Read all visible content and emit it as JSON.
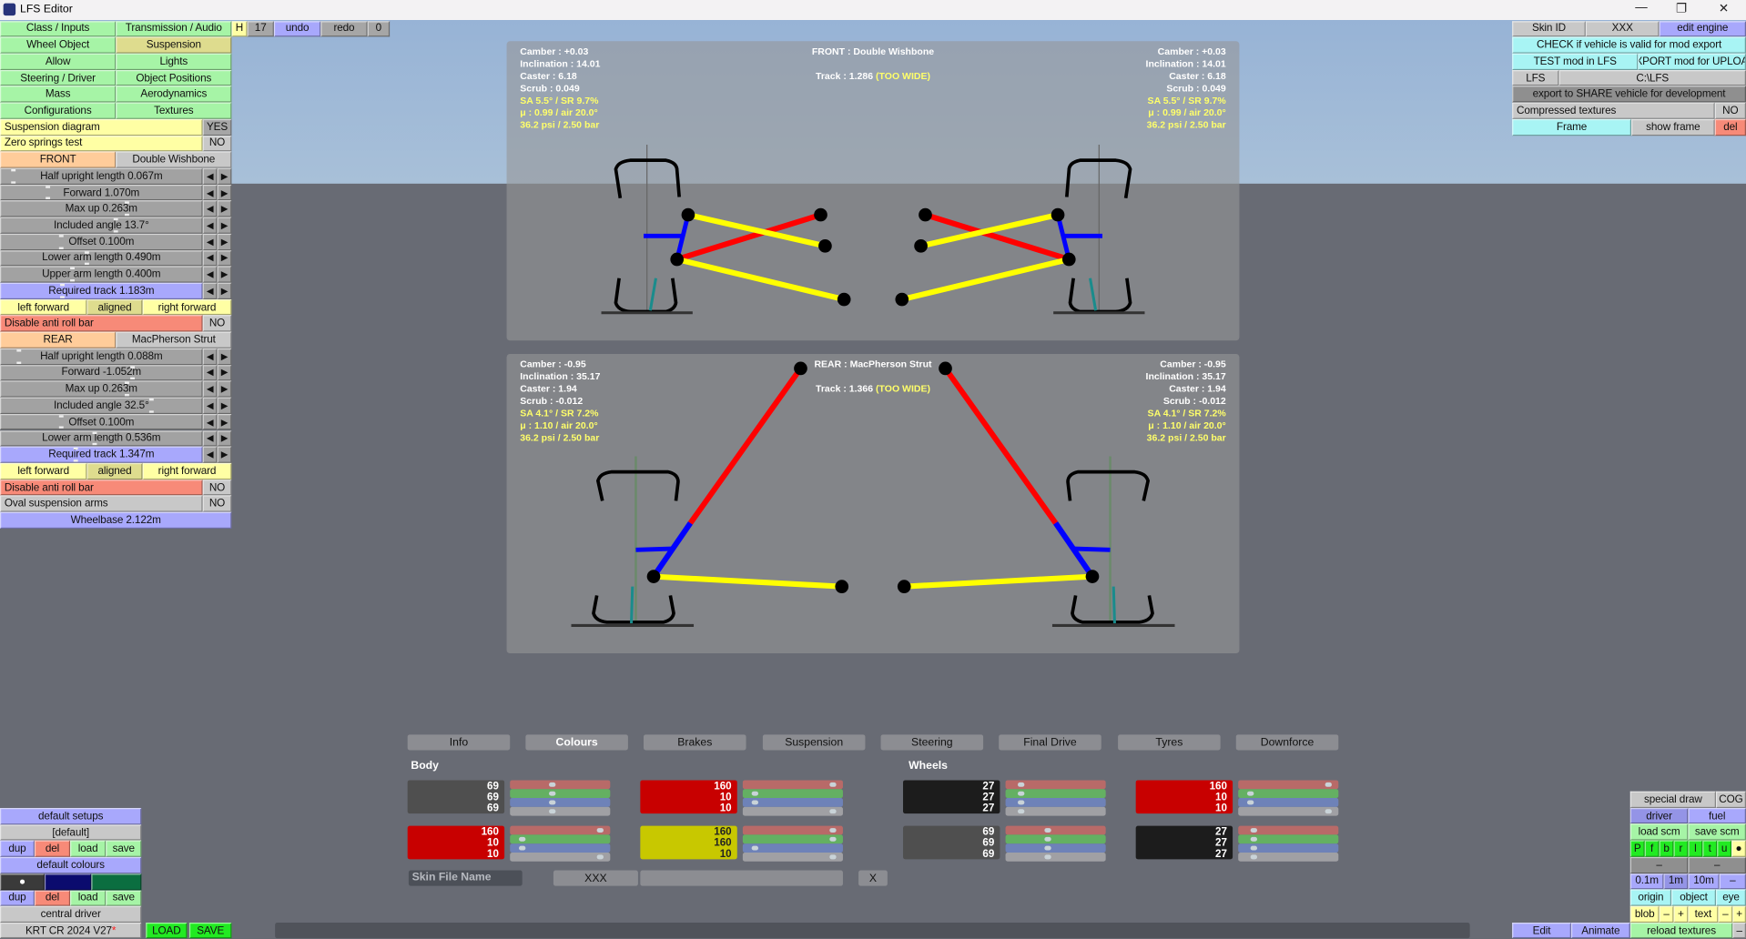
{
  "window": {
    "title": "LFS Editor",
    "minimize": "—",
    "maximize": "❐",
    "close": "✕"
  },
  "toolbar": {
    "h": "H",
    "count": "17",
    "undo": "undo",
    "redo": "redo",
    "zero": "0"
  },
  "left_panel": {
    "arrows": [
      "◀",
      "▶"
    ],
    "rows": [
      {
        "type": "pair",
        "cells": [
          {
            "label": "Class / Inputs",
            "kind": "green"
          },
          {
            "label": "Transmission / Audio",
            "kind": "green"
          }
        ]
      },
      {
        "type": "pair",
        "cells": [
          {
            "label": "Wheel Object",
            "kind": "green"
          },
          {
            "label": "Suspension",
            "kind": "sel"
          }
        ]
      },
      {
        "type": "pair",
        "cells": [
          {
            "label": "Allow",
            "kind": "green"
          },
          {
            "label": "Lights",
            "kind": "green"
          }
        ]
      },
      {
        "type": "pair",
        "cells": [
          {
            "label": "Steering / Driver",
            "kind": "green"
          },
          {
            "label": "Object Positions",
            "kind": "green"
          }
        ]
      },
      {
        "type": "pair",
        "cells": [
          {
            "label": "Mass",
            "kind": "green"
          },
          {
            "label": "Aerodynamics",
            "kind": "green"
          }
        ]
      },
      {
        "type": "pair",
        "cells": [
          {
            "label": "Configurations",
            "kind": "green"
          },
          {
            "label": "Textures",
            "kind": "green"
          }
        ]
      },
      {
        "type": "toggle",
        "cells": [
          {
            "label": "Suspension diagram",
            "kind": "yellow"
          },
          {
            "label": "YES",
            "kind": "toggle"
          }
        ]
      },
      {
        "type": "toggle",
        "cells": [
          {
            "label": "Zero springs test",
            "kind": "yellow"
          },
          {
            "label": "NO",
            "kind": "gray"
          }
        ]
      },
      {
        "type": "pair",
        "cells": [
          {
            "label": "FRONT",
            "kind": "orange"
          },
          {
            "label": "Double Wishbone",
            "kind": "gray"
          }
        ]
      },
      {
        "type": "slider",
        "label": "Half upright length 0.067m",
        "value": 0.03,
        "kind": "slider"
      },
      {
        "type": "slider",
        "label": "Forward 1.070m",
        "value": 0.21,
        "kind": "slider"
      },
      {
        "type": "slider",
        "label": "Max up 0.263m",
        "value": 0.63,
        "kind": "slider"
      },
      {
        "type": "slider",
        "label": "Included angle 13.7°",
        "value": 0.57,
        "kind": "slider"
      },
      {
        "type": "slider",
        "label": "Offset 0.100m",
        "value": 0.28,
        "kind": "slider"
      },
      {
        "type": "slider",
        "label": "Lower arm length 0.490m",
        "value": 0.42,
        "kind": "slider"
      },
      {
        "type": "slider",
        "label": "Upper arm length 0.400m",
        "value": 0.34,
        "kind": "slider"
      },
      {
        "type": "slider",
        "label": "Required track 1.183m",
        "value": 0.29,
        "kind": "blue"
      },
      {
        "type": "triple",
        "cells": [
          {
            "label": "left forward",
            "kind": "yellow"
          },
          {
            "label": "aligned",
            "kind": "sel"
          },
          {
            "label": "right forward",
            "kind": "yellow"
          }
        ]
      },
      {
        "type": "toggle",
        "cells": [
          {
            "label": "Disable anti roll bar",
            "kind": "red"
          },
          {
            "label": "NO",
            "kind": "gray"
          }
        ]
      },
      {
        "type": "pair",
        "cells": [
          {
            "label": "REAR",
            "kind": "orange"
          },
          {
            "label": "MacPherson Strut",
            "kind": "gray"
          }
        ]
      },
      {
        "type": "slider",
        "label": "Half upright length 0.088m",
        "value": 0.06,
        "kind": "slider"
      },
      {
        "type": "slider",
        "label": "Forward -1.052m",
        "value": 0.66,
        "kind": "slider"
      },
      {
        "type": "slider",
        "label": "Max up 0.263m",
        "value": 0.63,
        "kind": "slider"
      },
      {
        "type": "slider",
        "label": "Included angle 32.5°",
        "value": 0.76,
        "kind": "slider"
      },
      {
        "type": "slider",
        "label": "Offset 0.100m",
        "value": 0.28,
        "kind": "slider"
      },
      {
        "type": "slider",
        "label": "Lower arm length 0.536m",
        "value": 0.46,
        "kind": "slider"
      },
      {
        "type": "slider",
        "label": "Required track 1.347m",
        "value": 0.36,
        "kind": "blue"
      },
      {
        "type": "triple",
        "cells": [
          {
            "label": "left forward",
            "kind": "yellow"
          },
          {
            "label": "aligned",
            "kind": "sel"
          },
          {
            "label": "right forward",
            "kind": "yellow"
          }
        ]
      },
      {
        "type": "toggle",
        "cells": [
          {
            "label": "Disable anti roll bar",
            "kind": "red"
          },
          {
            "label": "NO",
            "kind": "gray"
          }
        ]
      },
      {
        "type": "toggle",
        "cells": [
          {
            "label": "Oval suspension arms",
            "kind": "gray"
          },
          {
            "label": "NO",
            "kind": "gray"
          }
        ]
      },
      {
        "type": "full",
        "cells": [
          {
            "label": "Wheelbase 2.122m",
            "kind": "blue"
          }
        ]
      }
    ]
  },
  "right_top_panel": [
    [
      {
        "label": "Skin ID",
        "kind": "gray"
      },
      {
        "label": "XXX",
        "kind": "gray"
      },
      {
        "label": "edit engine",
        "kind": "blue"
      }
    ],
    [
      {
        "label": "CHECK if vehicle is valid for mod export",
        "kind": "cyan"
      }
    ],
    [
      {
        "label": "TEST mod in LFS",
        "kind": "cyan"
      },
      {
        "label": "EXPORT mod for UPLOAD",
        "kind": "cyan"
      }
    ],
    [
      {
        "label": "LFS",
        "kind": "gray"
      },
      {
        "label": "C:\\LFS",
        "kind": "gray"
      }
    ],
    [
      {
        "label": "export to SHARE vehicle for development",
        "kind": "dgray"
      }
    ],
    [
      {
        "label": "Compressed textures",
        "kind": "gray",
        "align": "left"
      },
      {
        "label": "NO",
        "kind": "gray"
      }
    ],
    [
      {
        "label": "Frame",
        "kind": "cyan"
      },
      {
        "label": "show frame",
        "kind": "gray"
      },
      {
        "label": "del",
        "kind": "red"
      }
    ]
  ],
  "right_bottom_panel": [
    [
      {
        "label": "special draw",
        "kind": "gray"
      },
      {
        "label": "COG",
        "kind": "gray"
      }
    ],
    [
      {
        "label": "driver",
        "kind": "dblue"
      },
      {
        "label": "fuel",
        "kind": "blue"
      }
    ],
    [
      {
        "label": "load scm",
        "kind": "green"
      },
      {
        "label": "save scm",
        "kind": "green"
      }
    ],
    [
      {
        "label": "P",
        "kind": "bgreen"
      },
      {
        "label": "f",
        "kind": "bgreen"
      },
      {
        "label": "b",
        "kind": "bgreen"
      },
      {
        "label": "r",
        "kind": "bgreen"
      },
      {
        "label": "l",
        "kind": "bgreen"
      },
      {
        "label": "t",
        "kind": "bgreen"
      },
      {
        "label": "u",
        "kind": "bgreen"
      },
      {
        "label": "●",
        "kind": "yellow"
      }
    ],
    [
      {
        "label": "–",
        "kind": "dgray"
      },
      {
        "label": "–",
        "kind": "dgray"
      }
    ],
    [
      {
        "label": "0.1m",
        "kind": "blue"
      },
      {
        "label": "1m",
        "kind": "dblue"
      },
      {
        "label": "10m",
        "kind": "blue"
      },
      {
        "label": "–",
        "kind": "blue"
      }
    ],
    [
      {
        "label": "origin",
        "kind": "cyan"
      },
      {
        "label": "object",
        "kind": "cyan"
      },
      {
        "label": "eye",
        "kind": "cyan"
      }
    ],
    [
      {
        "label": "blob",
        "kind": "yellow"
      },
      {
        "label": "–",
        "kind": "yellow"
      },
      {
        "label": "+",
        "kind": "yellow"
      },
      {
        "label": "text",
        "kind": "yellow"
      },
      {
        "label": "–",
        "kind": "yellow"
      },
      {
        "label": "+",
        "kind": "yellow"
      }
    ],
    [
      {
        "label": "reload textures",
        "kind": "green"
      },
      {
        "label": "–",
        "kind": "gray"
      }
    ]
  ],
  "edit_row": [
    {
      "label": "Edit",
      "kind": "blue"
    },
    {
      "label": "Animate",
      "kind": "blue"
    }
  ],
  "bottom_left_panel": [
    [
      {
        "label": "default setups",
        "kind": "blue"
      }
    ],
    [
      {
        "label": "[default]",
        "kind": "gray"
      }
    ],
    [
      {
        "label": "dup",
        "kind": "blue"
      },
      {
        "label": "del",
        "kind": "red"
      },
      {
        "label": "load",
        "kind": "green"
      },
      {
        "label": "save",
        "kind": "green"
      }
    ],
    [
      {
        "label": "default colours",
        "kind": "blue"
      }
    ],
    [
      {
        "label": "●",
        "swatch": "#3a3a3a"
      },
      {
        "label": "",
        "swatch": "#0b0b6e"
      },
      {
        "label": "",
        "swatch": "#0b6e40"
      }
    ],
    [
      {
        "label": "dup",
        "kind": "blue"
      },
      {
        "label": "del",
        "kind": "red"
      },
      {
        "label": "load",
        "kind": "green"
      },
      {
        "label": "save",
        "kind": "green"
      }
    ],
    [
      {
        "label": "central driver",
        "kind": "gray"
      }
    ]
  ],
  "vehicle": {
    "name": "KRT CR 2024 V27",
    "modified_marker": "*",
    "load": "LOAD",
    "save": "SAVE"
  },
  "front_diagram": {
    "left": {
      "camber": "Camber : +0.03",
      "inclination": "Inclination : 14.01",
      "caster": "Caster : 6.18",
      "scrub": "Scrub : 0.049",
      "slip": "SA 5.5° / SR 9.7%",
      "mu": "μ : 0.99 / air 20.0°",
      "pressure": "36.2 psi / 2.50 bar"
    },
    "right": {
      "camber": "Camber : +0.03",
      "inclination": "Inclination : 14.01",
      "caster": "Caster : 6.18",
      "scrub": "Scrub : 0.049",
      "slip": "SA 5.5° / SR 9.7%",
      "mu": "μ : 0.99 / air 20.0°",
      "pressure": "36.2 psi / 2.50 bar"
    },
    "title": "FRONT : Double Wishbone",
    "track": "Track : 1.286",
    "warning": "(TOO WIDE)"
  },
  "rear_diagram": {
    "left": {
      "camber": "Camber : -0.95",
      "inclination": "Inclination : 35.17",
      "caster": "Caster : 1.94",
      "scrub": "Scrub : -0.012",
      "slip": "SA 4.1° / SR 7.2%",
      "mu": "μ : 1.10 / air 20.0°",
      "pressure": "36.2 psi / 2.50 bar"
    },
    "right": {
      "camber": "Camber : -0.95",
      "inclination": "Inclination : 35.17",
      "caster": "Caster : 1.94",
      "scrub": "Scrub : -0.012",
      "slip": "SA 4.1° / SR 7.2%",
      "mu": "μ : 1.10 / air 20.0°",
      "pressure": "36.2 psi / 2.50 bar"
    },
    "title": "REAR : MacPherson Strut",
    "track": "Track : 1.366",
    "warning": "(TOO WIDE)"
  },
  "tabs": [
    "Info",
    "Colours",
    "Brakes",
    "Suspension",
    "Steering",
    "Final Drive",
    "Tyres",
    "Downforce"
  ],
  "active_tab": "Colours",
  "colours": {
    "body_label": "Body",
    "wheels_label": "Wheels",
    "body": [
      {
        "values": [
          "69",
          "69",
          "69"
        ],
        "fill": "#4f4f4f",
        "text": "#ffffff",
        "sliders": [
          0.39,
          0.39,
          0.39,
          0.39
        ]
      },
      {
        "values": [
          "160",
          "10",
          "10"
        ],
        "fill": "#c80000",
        "text": "#ffffff",
        "sliders": [
          0.93,
          0.06,
          0.06,
          0.93
        ]
      },
      {
        "values": [
          "160",
          "10",
          "10"
        ],
        "fill": "#c80000",
        "text": "#ffffff",
        "sliders": [
          0.93,
          0.06,
          0.06,
          0.93
        ]
      },
      {
        "values": [
          "160",
          "160",
          "10"
        ],
        "fill": "#c8c800",
        "text": "#222222",
        "sliders": [
          0.93,
          0.93,
          0.06,
          0.93
        ]
      }
    ],
    "wheels": [
      {
        "values": [
          "27",
          "27",
          "27"
        ],
        "fill": "#1c1c1c",
        "text": "#ffffff",
        "sliders": [
          0.1,
          0.1,
          0.1,
          0.1
        ]
      },
      {
        "values": [
          "160",
          "10",
          "10"
        ],
        "fill": "#c80000",
        "text": "#ffffff",
        "sliders": [
          0.93,
          0.06,
          0.06,
          0.93
        ]
      },
      {
        "values": [
          "69",
          "69",
          "69"
        ],
        "fill": "#4f4f4f",
        "text": "#ffffff",
        "sliders": [
          0.39,
          0.39,
          0.39,
          0.39
        ]
      },
      {
        "values": [
          "27",
          "27",
          "27"
        ],
        "fill": "#1c1c1c",
        "text": "#ffffff",
        "sliders": [
          0.1,
          0.1,
          0.1,
          0.1
        ]
      }
    ],
    "skin_file_label": "Skin File Name",
    "skin_value": "XXX",
    "skin_input": "",
    "close": "X"
  }
}
